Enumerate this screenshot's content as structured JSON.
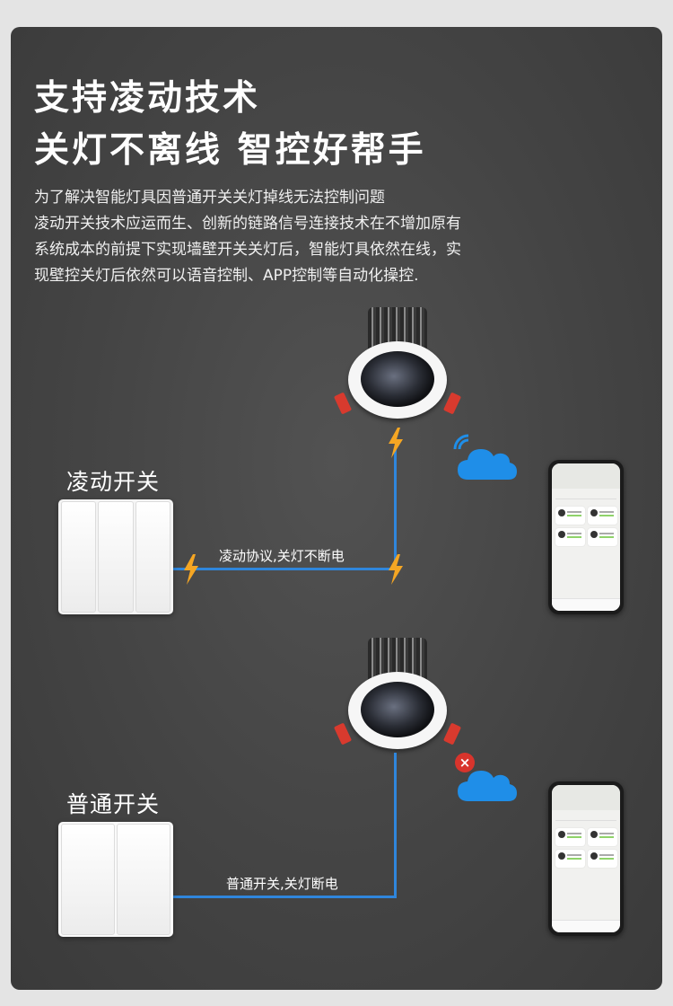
{
  "headline": {
    "line1": "支持凌动技术",
    "line2": "关灯不离线 智控好帮手"
  },
  "description": {
    "lines": [
      "为了解决智能灯具因普通开关关灯掉线无法控制问题",
      "凌动开关技术应运而生、创新的链路信号连接技术在不增加原有",
      "系统成本的前提下实现墙壁开关关灯后，智能灯具依然在线，实",
      "现壁控关灯后依然可以语音控制、APP控制等自动化操控."
    ]
  },
  "sections": {
    "lingdong": {
      "title": "凌动开关",
      "line_label": "凌动协议,关灯不断电",
      "cloud_status": "connected"
    },
    "normal": {
      "title": "普通开关",
      "line_label": "普通开关,关灯断电",
      "cloud_status": "disconnected",
      "error_mark": "×"
    }
  },
  "colors": {
    "wire": "#2f86dc",
    "bolt": "#f5a623",
    "cloud": "#1f8ee8",
    "error": "#d8342c",
    "clip": "#d83a2e"
  },
  "icons": [
    "downlight-icon",
    "lightning-bolt-icon",
    "cloud-icon",
    "wifi-signal-icon",
    "error-x-icon",
    "smartphone-icon",
    "wall-switch-icon"
  ]
}
